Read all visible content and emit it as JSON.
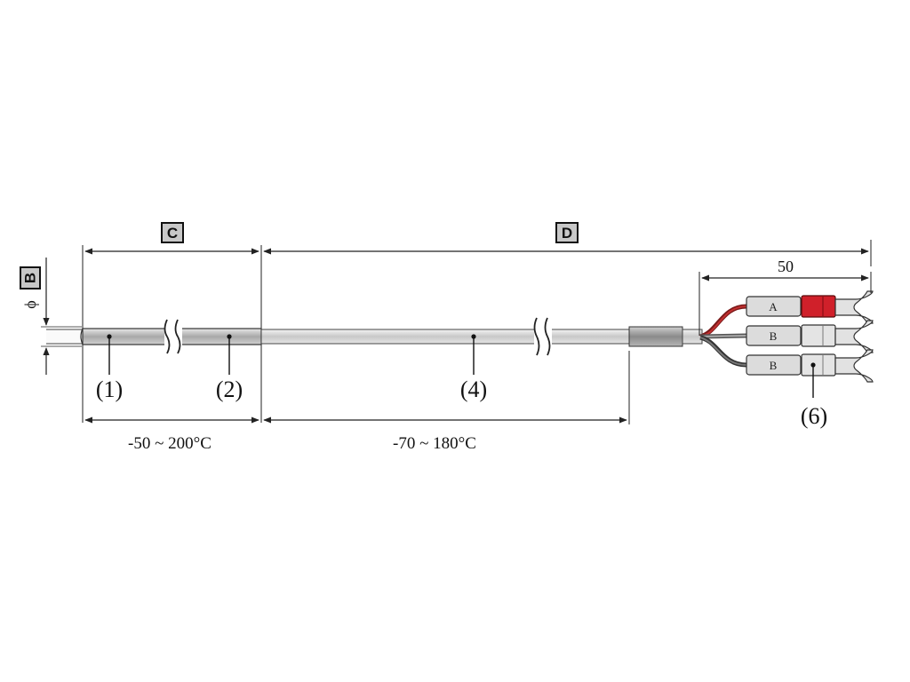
{
  "dimensions": {
    "c_label": "C",
    "d_label": "D",
    "b_label": "B",
    "diameter_symbol": "ϕ",
    "lead_length": "50"
  },
  "callouts": {
    "p1": "(1)",
    "p2": "(2)",
    "p4": "(4)",
    "p6": "(6)"
  },
  "temperature_ranges": {
    "sheath": "-50 ~ 200°C",
    "cable": "-70 ~ 180°C"
  },
  "terminals": {
    "wire1": "A",
    "wire2": "B",
    "wire3": "B"
  },
  "colors": {
    "line": "#222222",
    "sheath_fill": "#b8b8b8",
    "label_box_fill": "#c8c8c8",
    "red_connector": "#d0202a"
  }
}
